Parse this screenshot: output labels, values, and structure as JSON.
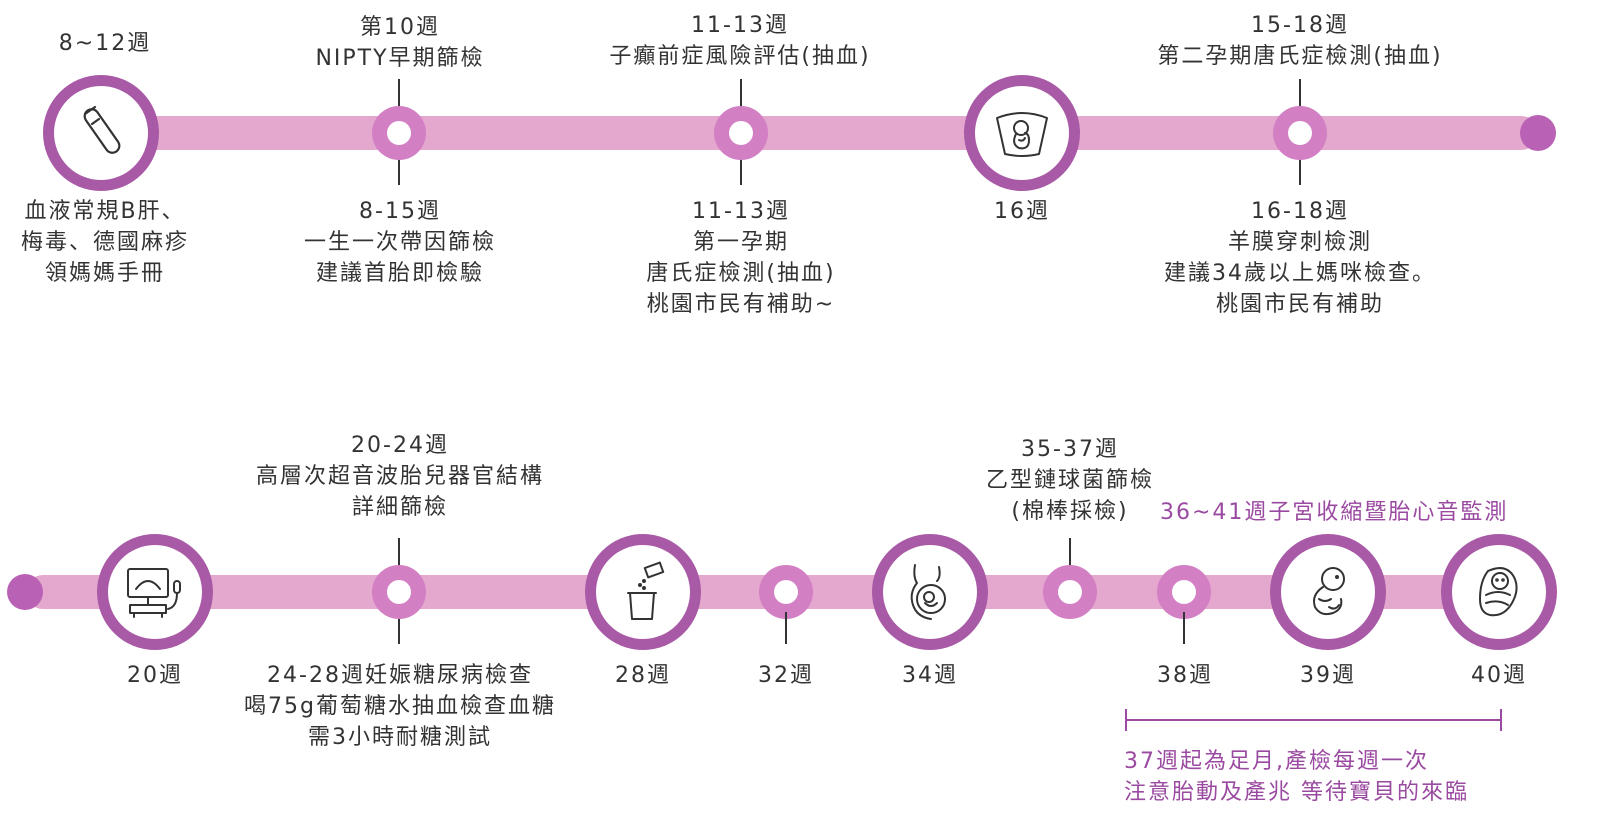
{
  "colors": {
    "bar": "#e4a8cf",
    "node_ring_large": "#a95aa6",
    "node_ring_small": "#d27fc4",
    "end_dot": "#b962b5",
    "accent_text": "#9a4aa0",
    "body_text": "#333333"
  },
  "row1": {
    "w8_12": {
      "top": "8~12週",
      "bottom": [
        "血液常規B肝、",
        "梅毒、德國麻疹",
        "領媽媽手冊"
      ],
      "icon": "test-tube-icon"
    },
    "w10": {
      "top": [
        "第10週",
        "NIPTY早期篩檢"
      ],
      "bottom": [
        "8-15週",
        "一生一次帶因篩檢",
        "建議首胎即檢驗"
      ]
    },
    "w11_13": {
      "top": [
        "11-13週",
        "子癲前症風險評估(抽血)"
      ],
      "bottom": [
        "11-13週",
        "第一孕期",
        "唐氏症檢測(抽血)",
        "桃園市民有補助~"
      ]
    },
    "w16": {
      "bottom": "16週",
      "icon": "ultrasound-fetus-icon"
    },
    "w15_18": {
      "top": [
        "15-18週",
        "第二孕期唐氏症檢測(抽血)"
      ],
      "bottom": [
        "16-18週",
        "羊膜穿刺檢測",
        "建議34歲以上媽咪檢查。",
        "桃園市民有補助"
      ]
    }
  },
  "row2": {
    "w20": {
      "bottom": "20週",
      "icon": "ultrasound-machine-icon"
    },
    "w20_24": {
      "top": [
        "20-24週",
        "高層次超音波胎兒器官結構",
        "詳細篩檢"
      ],
      "bottom": [
        "24-28週妊娠糖尿病檢查",
        "喝75g葡萄糖水抽血檢查血糖",
        "需3小時耐糖測試"
      ]
    },
    "w28": {
      "bottom": "28週",
      "icon": "glucose-drink-icon"
    },
    "w32": {
      "bottom": "32週"
    },
    "w34": {
      "bottom": "34週",
      "icon": "pregnant-belly-icon"
    },
    "w35_37": {
      "top": [
        "35-37週",
        "乙型鏈球菌篩檢",
        "(棉棒採檢)"
      ]
    },
    "monitoring": "36~41週子宮收縮暨胎心音監測",
    "w38": {
      "bottom": "38週"
    },
    "w39": {
      "bottom": "39週",
      "icon": "fetus-icon"
    },
    "w40": {
      "bottom": "40週",
      "icon": "swaddled-baby-icon"
    },
    "fullterm_note": [
      "37週起為足月,產檢每週一次",
      "注意胎動及產兆 等待寶貝的來臨"
    ]
  }
}
